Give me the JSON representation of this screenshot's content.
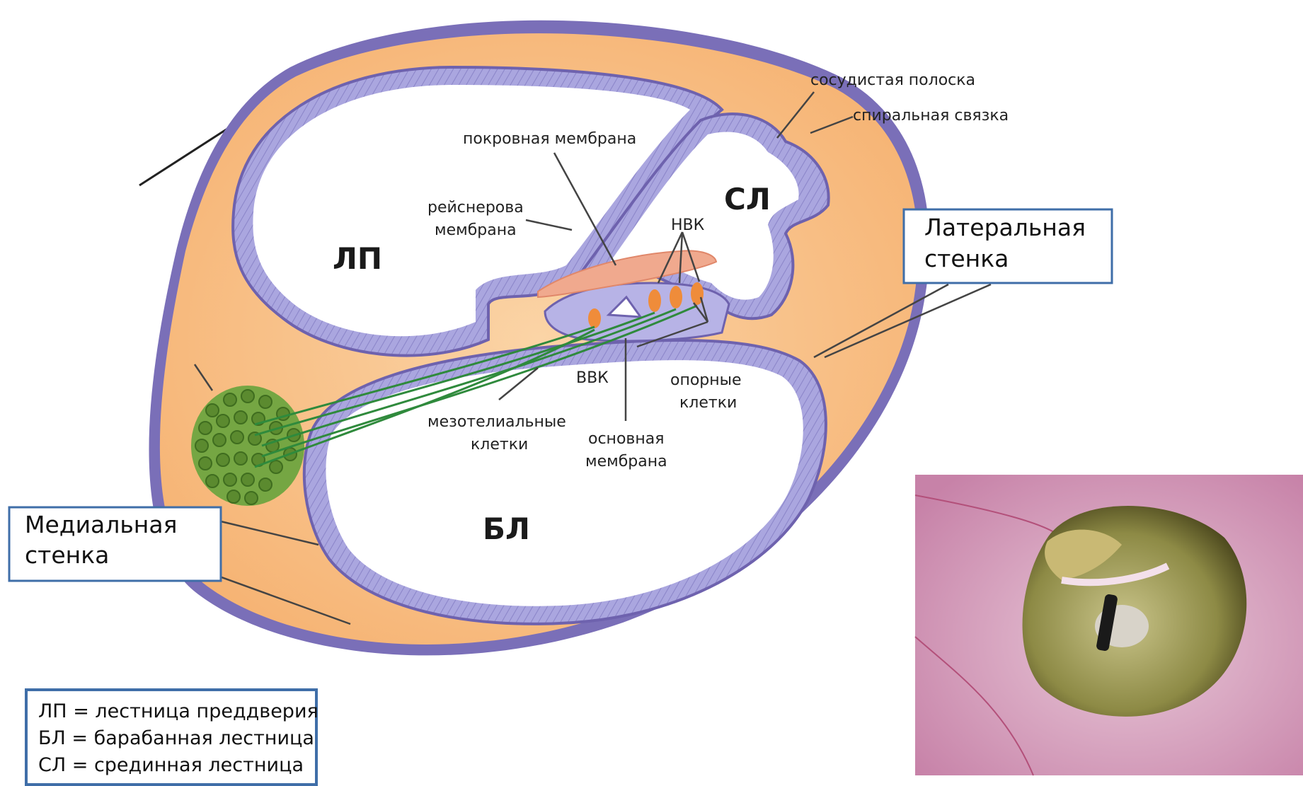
{
  "regions": {
    "scala_vestibuli": "ЛП",
    "scala_media": "СЛ",
    "scala_tympani": "БЛ"
  },
  "labels": {
    "stria_vascularis": "сосудистая полоска",
    "spiral_ligament": "спиральная связка",
    "tectorial_membrane": "покровная мембрана",
    "reissner_line1": "рейснерова",
    "reissner_line2": "мембрана",
    "ohc": "НВК",
    "ihc": "ВВК",
    "support_line1": "опорные",
    "support_line2": "клетки",
    "mesothelial_line1": "мезотелиальные",
    "mesothelial_line2": "клетки",
    "basilar_line1": "основная",
    "basilar_line2": "мембрана"
  },
  "callouts": {
    "lateral_line1": "Латеральная",
    "lateral_line2": "стенка",
    "medial_line1": "Медиальная",
    "medial_line2": "стенка"
  },
  "legend": {
    "line1": "ЛП = лестница преддверия",
    "line2": "БЛ = барабанная лестница",
    "line3": "СЛ = срединная лестница"
  },
  "colors": {
    "bone": "#f8bf85",
    "epithelium": "#a9a6dd",
    "outline": "#6e62ae",
    "callout_border": "#3f6ea8",
    "nerve": "#2f8a3c",
    "hair_cell": "#ef8c3a",
    "photo_tissue": "#d59ab8"
  }
}
